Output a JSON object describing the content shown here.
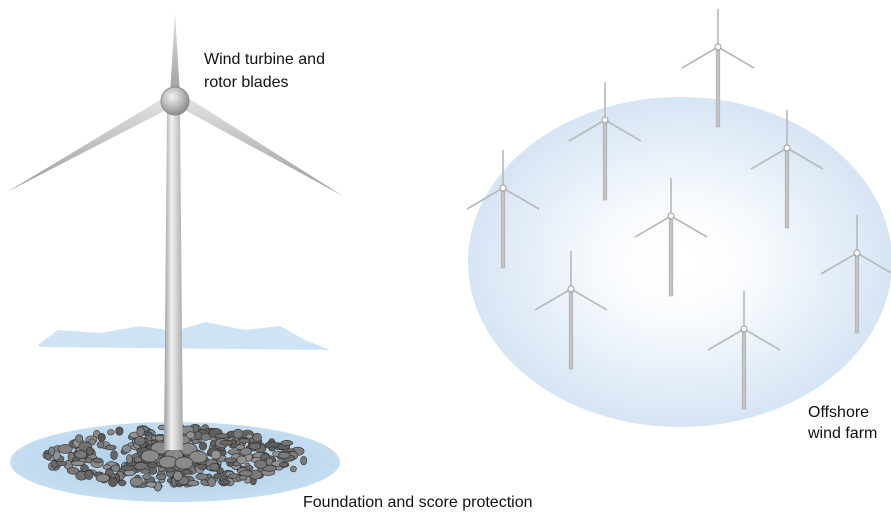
{
  "labels": {
    "turbine_line1": "Wind turbine and",
    "turbine_line2": "rotor blades",
    "foundation": "Foundation and score protection",
    "farm_line1": "Offshore",
    "farm_line2": "wind farm"
  },
  "colors": {
    "water_area": "#b9d6ec",
    "water_surface": "#cfe3f6",
    "tower": "#c6c6c6",
    "blade": "#bdbdbd",
    "rock": "#6f6f6f",
    "farm_turbine": "#c4c4c4"
  }
}
